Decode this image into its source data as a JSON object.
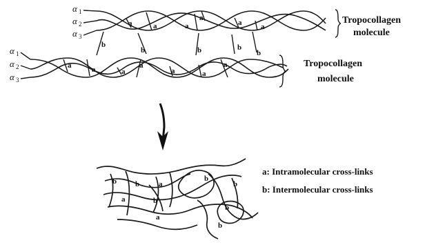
{
  "molecule_top": {
    "chain_labels": [
      {
        "greek": "α",
        "sub": "1"
      },
      {
        "greek": "α",
        "sub": "2"
      },
      {
        "greek": "α",
        "sub": "3"
      }
    ],
    "title_line1": "Tropocollagen",
    "title_line2": "molecule"
  },
  "molecule_bottom": {
    "chain_labels": [
      {
        "greek": "α",
        "sub": "1"
      },
      {
        "greek": "α",
        "sub": "2"
      },
      {
        "greek": "α",
        "sub": "3"
      }
    ],
    "title_line1": "Tropocollagen",
    "title_line2": "molecule"
  },
  "crosslink_marks": {
    "intra": "a",
    "inter": "b"
  },
  "legend": {
    "intra": "a: Intramolecular cross-links",
    "inter": "b: Intermolecular cross-links"
  }
}
